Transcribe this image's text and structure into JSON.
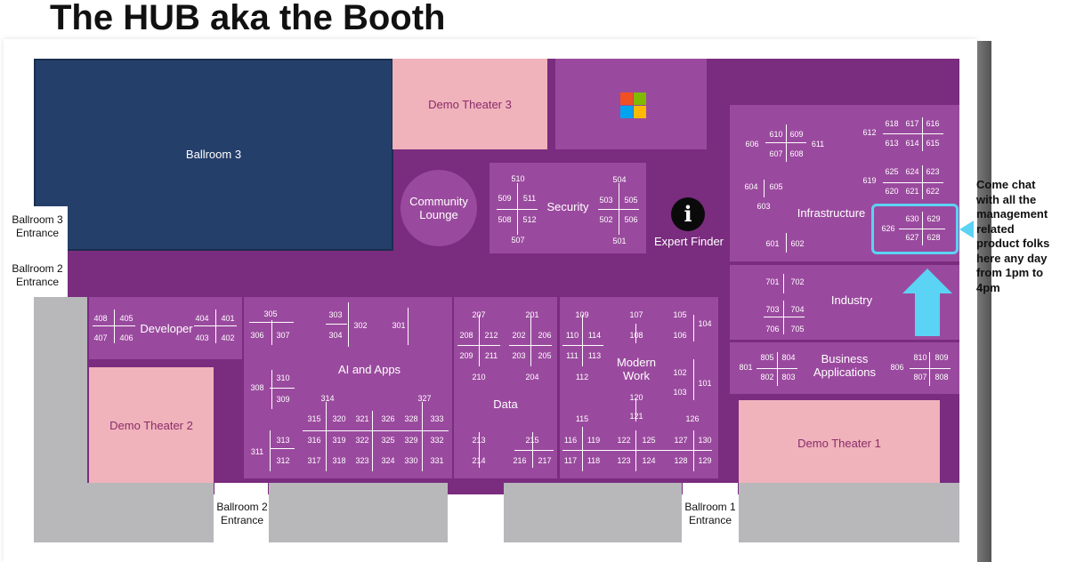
{
  "page": {
    "title": "The HUB aka the Booth"
  },
  "rooms": {
    "ballroom3": "Ballroom 3",
    "demo_theater_1": "Demo Theater 1",
    "demo_theater_2": "Demo Theater 2",
    "demo_theater_3": "Demo Theater 3",
    "community_lounge": "Community\nLounge",
    "expert_finder": "Expert Finder"
  },
  "entrances": {
    "ballroom3": "Ballroom 3\nEntrance",
    "ballroom2_left": "Ballroom 2\nEntrance",
    "ballroom2_bottom": "Ballroom 2\nEntrance",
    "ballroom1": "Ballroom 1\nEntrance"
  },
  "zones": {
    "security": "Security",
    "infrastructure": "Infrastructure",
    "industry": "Industry",
    "business_applications": "Business\nApplications",
    "developer": "Developer",
    "ai_and_apps": "AI and Apps",
    "data": "Data",
    "modern_work": "Modern\nWork"
  },
  "callout": {
    "text": "Come chat\nwith all the\nmanagement\nrelated\nproduct folks\nhere any day\nfrom 1pm to\n4pm",
    "highlighted_booths": [
      "626",
      "627",
      "628",
      "629",
      "630"
    ],
    "highlight_color": "#5bd3f4"
  },
  "colors": {
    "floor": "#7a2c7e",
    "zone": "#9a4a9e",
    "ballroom": "#253f6b",
    "theater": "#f0b2bb",
    "gray": "#b8b8bb"
  },
  "booth_numbers": [
    "510",
    "509",
    "511",
    "508",
    "512",
    "507",
    "504",
    "503",
    "505",
    "502",
    "506",
    "501",
    "610",
    "609",
    "606",
    "611",
    "607",
    "608",
    "604",
    "605",
    "603",
    "601",
    "602",
    "618",
    "617",
    "616",
    "612",
    "613",
    "614",
    "615",
    "625",
    "624",
    "623",
    "619",
    "620",
    "621",
    "622",
    "630",
    "629",
    "626",
    "627",
    "628",
    "701",
    "702",
    "703",
    "704",
    "706",
    "705",
    "801",
    "805",
    "804",
    "802",
    "803",
    "810",
    "809",
    "806",
    "807",
    "808",
    "408",
    "405",
    "404",
    "401",
    "407",
    "406",
    "403",
    "402",
    "305",
    "303",
    "306",
    "307",
    "304",
    "302",
    "301",
    "308",
    "310",
    "309",
    "314",
    "327",
    "315",
    "320",
    "321",
    "326",
    "328",
    "333",
    "311",
    "313",
    "316",
    "319",
    "322",
    "325",
    "329",
    "332",
    "312",
    "317",
    "318",
    "323",
    "324",
    "330",
    "331",
    "207",
    "201",
    "208",
    "212",
    "202",
    "206",
    "209",
    "211",
    "203",
    "205",
    "210",
    "204",
    "213",
    "215",
    "214",
    "216",
    "217",
    "109",
    "107",
    "105",
    "104",
    "110",
    "114",
    "108",
    "106",
    "111",
    "113",
    "112",
    "102",
    "103",
    "101",
    "120",
    "121",
    "115",
    "126",
    "116",
    "119",
    "122",
    "125",
    "127",
    "130",
    "117",
    "118",
    "123",
    "124",
    "128",
    "129"
  ]
}
